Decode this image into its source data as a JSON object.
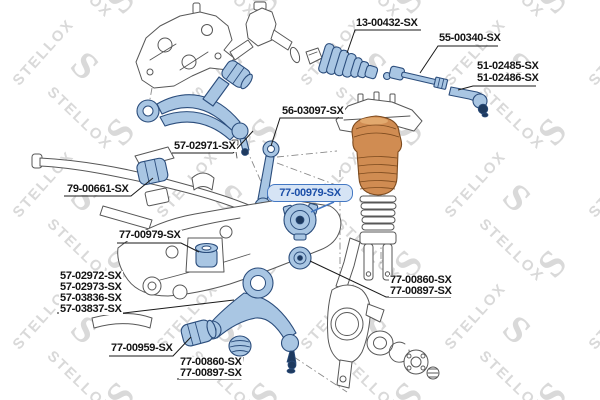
{
  "watermark": {
    "text": "STELLOX",
    "logo_glyph": "S"
  },
  "colors": {
    "watermark": "#d9d9d9",
    "line_art": "#575757",
    "part_fill": "#a9c6e3",
    "part_stroke": "#2b4d7c",
    "part_dark": "#1e3a5f",
    "air_fill": "#d08c52",
    "air_stroke": "#7c4a1e",
    "label_text": "#141414",
    "leader": "#1a1a1a",
    "selected_text": "#1c4fa8",
    "selected_bg": "#d6e4f5",
    "selected_border": "#4478c3"
  },
  "labels": {
    "steering_boot": {
      "text": "13-00432-SX"
    },
    "inner_tie_rod": {
      "text": "55-00340-SX"
    },
    "outer_tie_rod_a": {
      "text": "51-02485-SX"
    },
    "outer_tie_rod_b": {
      "text": "51-02486-SX"
    },
    "upper_control_arm": {
      "text": "57-02971-SX"
    },
    "stabilizer_link": {
      "text": "56-03097-SX"
    },
    "stabilizer_bushing": {
      "text": "79-00661-SX"
    },
    "selected_part": {
      "text": "77-00979-SX"
    },
    "subframe_mount": {
      "text": "77-00979-SX"
    },
    "lower_arm_a": {
      "text": "57-02972-SX"
    },
    "lower_arm_b": {
      "text": "57-02973-SX"
    },
    "lower_arm_c": {
      "text": "57-03836-SX"
    },
    "lower_arm_d": {
      "text": "57-03837-SX"
    },
    "front_bushing": {
      "text": "77-00959-SX"
    },
    "bump_stop_a": {
      "text": "77-00860-SX"
    },
    "bump_stop_b": {
      "text": "77-00897-SX"
    },
    "rear_bushing_a": {
      "text": "77-00860-SX"
    },
    "rear_bushing_b": {
      "text": "77-00897-SX"
    }
  }
}
